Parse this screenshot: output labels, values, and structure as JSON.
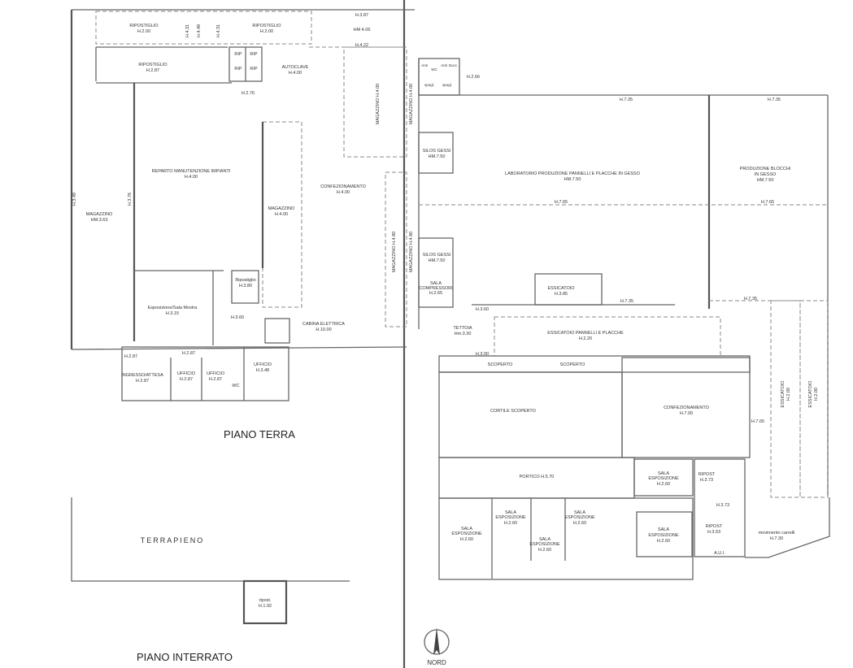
{
  "titles": {
    "ground_floor": "PIANO TERRA",
    "basement": "PIANO INTERRATO",
    "north": "NORD",
    "embankment": "TERRAPIENO"
  },
  "rooms": {
    "ripostiglio1": [
      "RIPOSTIGLIO",
      "H.2.00"
    ],
    "ripostiglio2": [
      "RIPOSTIGLIO",
      "H.2.00"
    ],
    "ripostiglio3": [
      "RIPOSTIGLIO",
      "H.2.87"
    ],
    "rip": "RIP",
    "autoclave": [
      "AUTOCLAVE",
      "H.4.00"
    ],
    "magazzino_left": [
      "MAGAZZINO",
      "HM.3.63"
    ],
    "reparto": [
      "REPARTO MANUTENZIONE IMPIANTI",
      "H.4.00"
    ],
    "magazzino_mid": [
      "MAGAZZINO",
      "H.4.00"
    ],
    "confezionamento1": [
      "CONFEZIONAMENTO",
      "H.4.00"
    ],
    "magazzino_v1": "MAGAZZINO H.4.00",
    "magazzino_v2": "MAGAZZINO H.4.00",
    "magazzino_v3": "MAGAZZINO H.4.80",
    "magazzino_v4": "MAGAZZINO H.4.80",
    "ripostiglio_small": [
      "Ripostiglio",
      "H.3.80"
    ],
    "esposizione": [
      "Esposizione/Sala Mostra",
      "H.3.15"
    ],
    "cabina": [
      "CABINA ELETTRICA",
      "H.10.00"
    ],
    "ingresso": [
      "INGRESSO/ATTESA",
      "H.2.87"
    ],
    "ufficio1": [
      "UFFICIO",
      "H.2.87"
    ],
    "ufficio2": [
      "UFFICIO",
      "H.2.87"
    ],
    "ufficio3": [
      "UFFICIO",
      "H.3.48"
    ],
    "wc": "WC",
    "antibagno": "Anti",
    "wc2": "WC",
    "doccia": "Docc",
    "spogl": "spogl.",
    "silos1": [
      "SILOS GESSI",
      "HM.7.50"
    ],
    "silos2": [
      "SILOS GESSI",
      "HM.7.50"
    ],
    "compressori": [
      "SALA",
      "COMPRESSORI",
      "H.2.65"
    ],
    "laboratorio": [
      "LABORATORIO PRODUZIONE PANNELLI E PLACCHE IN GESSO",
      "HM.7.50"
    ],
    "blocchi": [
      "PRODUZIONE BLOCCHI",
      "IN GESSO",
      "HM.7.50"
    ],
    "essicatoio": [
      "ESSICATOIO",
      "H.3.85"
    ],
    "tettoia": [
      "TETTOIA",
      "Hm.3.30"
    ],
    "essicatoio_pannelli": [
      "ESSICATOIO PANNELLI E PLACCHE",
      "H.2.20"
    ],
    "scoperto": "SCOPERTO",
    "cortile": "CORTILE SCOPERTO",
    "confezionamento2": [
      "CONFEZIONAMENTO",
      "H.7.00"
    ],
    "essicatoio_v": [
      "ESSICATOIO",
      "H.2.00"
    ],
    "portico": "PORTICO H.5.70",
    "sala_esp": [
      "SALA",
      "ESPOSIZIONE",
      "H.2.60"
    ],
    "ripost1": [
      "RIPOST",
      "H.3.73"
    ],
    "ripost2": [
      "RIPOST",
      "H.3.53"
    ],
    "aui": "A.U.I.",
    "movimento": [
      "movimento carrelli",
      "H.7.30"
    ],
    "ripost_basement": [
      "ripost.",
      "H.1.92"
    ]
  },
  "heights": {
    "h387": "H.3.87",
    "hm406": "HM 4.06",
    "h422": "H.4.22",
    "h431": "H.4.31",
    "h448": "H.4.48",
    "h276": "H.2.76",
    "h266": "H.2.66",
    "h735": "H.7.35",
    "h765": "H.7.65",
    "h349": "H.3.49",
    "h376": "H.3.76",
    "h360": "H.3.60",
    "h287": "H.2.87",
    "h300": "H.3.00",
    "h373": "H.3.73"
  }
}
